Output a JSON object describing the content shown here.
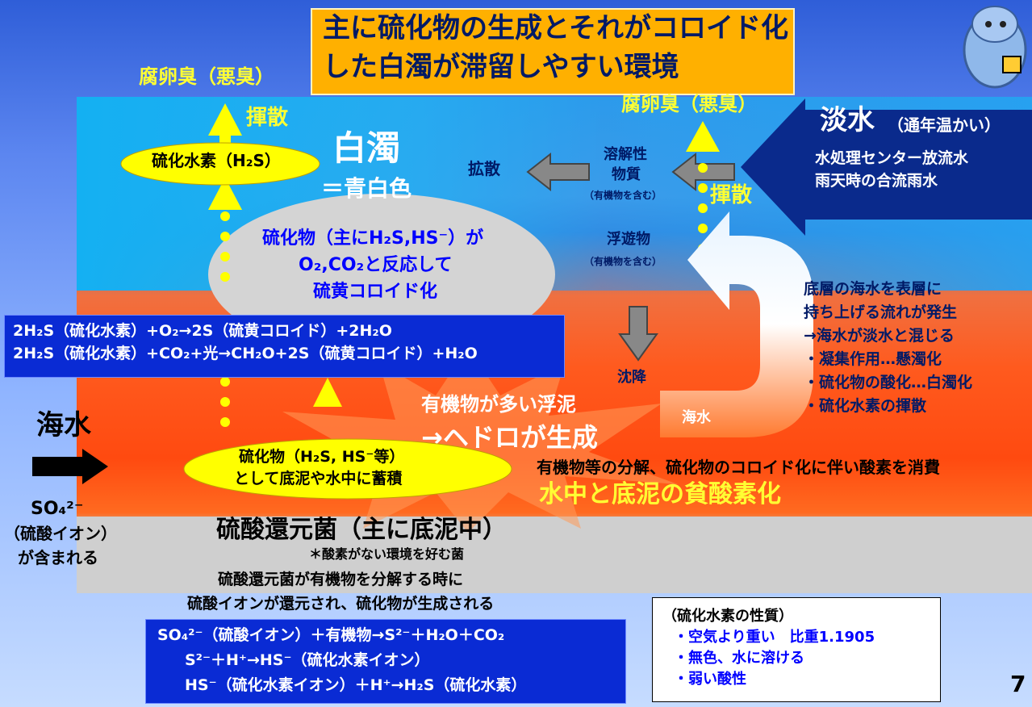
{
  "title": {
    "line1": "主に硫化物の生成とそれがコロイド化",
    "line2": "した白濁が滞留しやすい環境"
  },
  "odor_left": "腐卵臭（悪臭）",
  "odor_right": "腐卵臭（悪臭）",
  "volatilize_left": "揮散",
  "volatilize_right": "揮散",
  "h2s_oval": "硫化水素（H₂S）",
  "white_turbid": {
    "title": "白濁",
    "subtitle": "＝青白色"
  },
  "colloid_cloud": {
    "line1": "硫化物（主にH₂S,HS⁻）が",
    "line2": "O₂,CO₂と反応して",
    "line3": "硫黄コロイド化"
  },
  "diffusion": "拡散",
  "dissolved": {
    "line1": "溶解性",
    "line2": "物質",
    "note": "（有機物を含む）"
  },
  "suspended": {
    "line1": "浮遊物",
    "note": "（有機物を含む）"
  },
  "settling": "沈降",
  "freshwater": {
    "title": "淡水",
    "title_note": "（通年温かい）",
    "line1": "水処理センター放流水",
    "line2": "雨天時の合流雨水"
  },
  "upwelling": {
    "lines": [
      "底層の海水を表層に",
      "持ち上げる流れが発生",
      "→海水が淡水と混じる",
      "・凝集作用…懸濁化",
      "・硫化物の酸化…白濁化",
      "・硫化水素の揮散"
    ]
  },
  "seawater_small": "海水",
  "reactions_top": {
    "line1": "2H₂S（硫化水素）+O₂→2S（硫黄コロイド）+2H₂O",
    "line2": "2H₂S（硫化水素）+CO₂+光→CH₂O+2S（硫黄コロイド）+H₂O"
  },
  "sludge": {
    "line1": "有機物が多い浮泥",
    "line2": "→ヘドロが生成"
  },
  "sulfide_oval": {
    "line1": "硫化物（H₂S, HS⁻等）",
    "line2": "として底泥や水中に蓄積"
  },
  "consumption": "有機物等の分解、硫化物のコロイド化に伴い酸素を消費",
  "hypoxia": "水中と底泥の貧酸素化",
  "seawater_big": "海水",
  "sulfate": {
    "line1": "SO₄²⁻",
    "line2": "（硫酸イオン）",
    "line3": "が含まれる"
  },
  "srb": {
    "title": "硫酸還元菌（主に底泥中）",
    "note": "＊酸素がない環境を好む菌",
    "line1": "硫酸還元菌が有機物を分解する時に",
    "line2": "硫酸イオンが還元され、硫化物が生成される"
  },
  "reactions_bottom": {
    "line1": "SO₄²⁻（硫酸イオン）＋有機物→S²⁻＋H₂O＋CO₂",
    "line2": "S²⁻＋H⁺→HS⁻（硫化水素イオン）",
    "line3": "HS⁻（硫化水素イオン）＋H⁺→H₂S（硫化水素）"
  },
  "properties": {
    "title": "（硫化水素の性質）",
    "items": [
      "・空気より重い　比重1.1905",
      "・無色、水に溶ける",
      "・弱い酸性"
    ]
  },
  "page_number": "7",
  "colors": {
    "title_bg": "#ffb000",
    "freshwater_arrow": "#0a2a8c",
    "reaction_box": "#0a2bd4",
    "odor_text": "#ffff33",
    "oval_yellow": "#ffff00",
    "hypoxia_text": "#ffff33"
  },
  "icons": [
    "mascot-icon"
  ]
}
